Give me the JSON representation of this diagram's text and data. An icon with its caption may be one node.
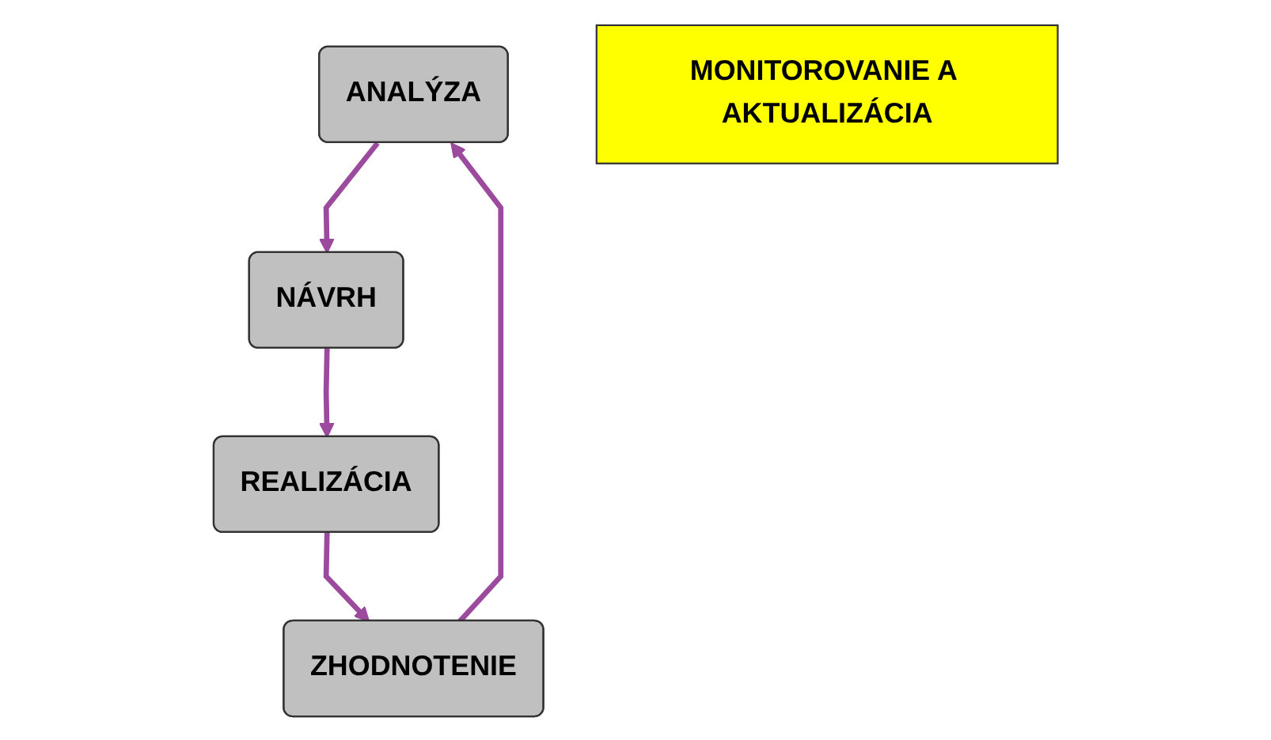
{
  "diagram": {
    "nodes": [
      {
        "text": [
          "ANALÝZA"
        ]
      },
      {
        "text": [
          "NÁVRH"
        ]
      },
      {
        "text": [
          "MONITOROVANIE A AKTUALIZÁCIA"
        ]
      },
      {
        "text": [
          "ZHODNOTENIE"
        ]
      },
      {
        "text": [
          "REALIZÁCIA"
        ]
      }
    ],
    "edges": [
      {
        "from": 0,
        "to": 1,
        "arrow": "to"
      },
      {
        "from": 1,
        "to": 4,
        "arrow": "to"
      },
      {
        "from": 4,
        "to": 3,
        "arrow": "to"
      },
      {
        "from": 3,
        "to": 0,
        "arrow": "to"
      }
    ]
  }
}
